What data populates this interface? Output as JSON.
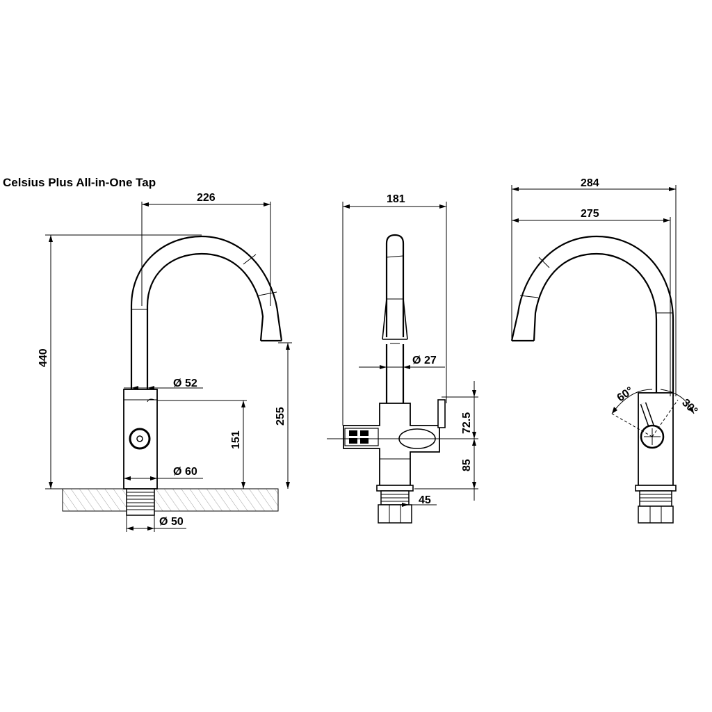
{
  "title": "Celsius Plus All-in-One Tap",
  "side_view": {
    "reach": "226",
    "height": "440",
    "spout_height": "255",
    "handle_height": "151",
    "dia_handle": "52",
    "dia_base": "60",
    "dia_shank": "50"
  },
  "front_view": {
    "width": "181",
    "dia_spout": "27",
    "lever_height": "72.5",
    "lower_height": "85",
    "base_width": "45"
  },
  "rear_view": {
    "overall_width": "284",
    "spout_width": "275",
    "angle_left": "60°",
    "angle_right": "30°"
  },
  "diameter_symbol": "Ø"
}
